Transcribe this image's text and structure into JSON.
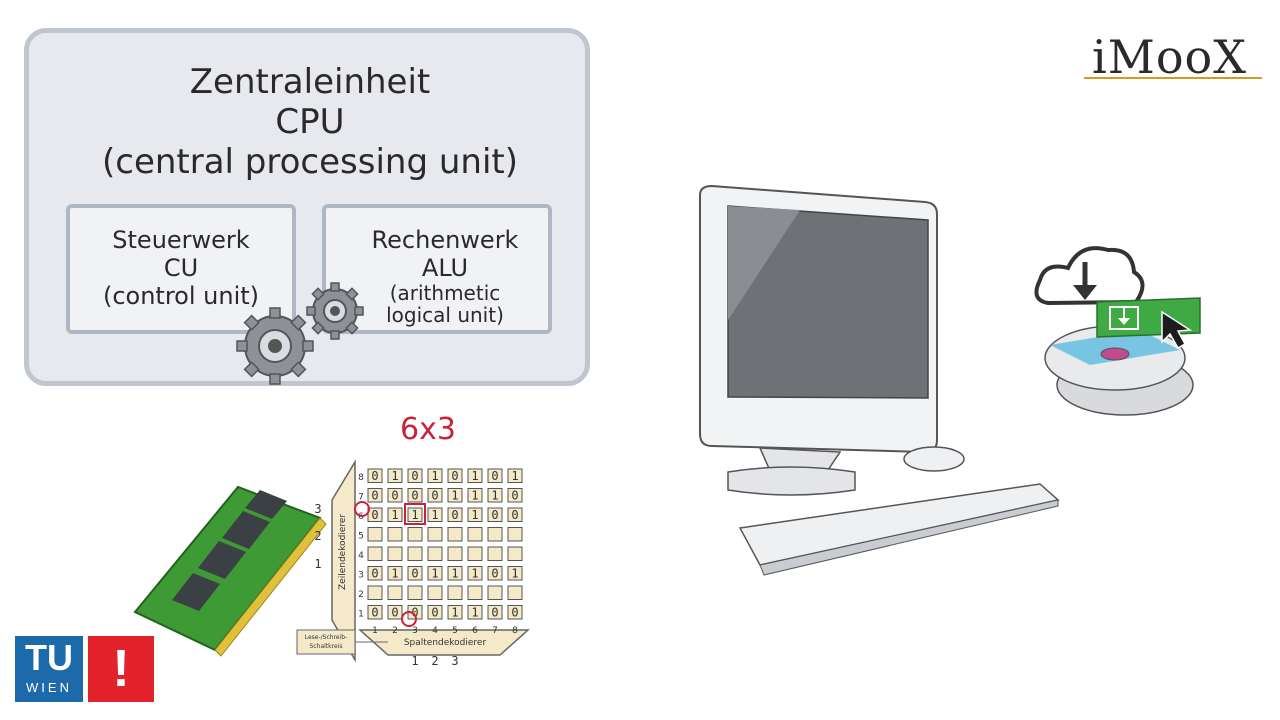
{
  "cpu": {
    "title_lines": [
      "Zentraleinheit",
      "CPU",
      "(central processing unit)"
    ],
    "control": {
      "lines": [
        "Steuerwerk",
        "CU",
        "(control unit)"
      ]
    },
    "alu": {
      "lines": [
        "Rechenwerk",
        "ALU",
        "(arithmetic",
        "logical unit)"
      ]
    }
  },
  "memory": {
    "highlight_label": "6x3",
    "row_numbers": [
      "8",
      "7",
      "6",
      "5",
      "4",
      "3",
      "2",
      "1"
    ],
    "col_numbers": [
      "1",
      "2",
      "3",
      "4",
      "5",
      "6",
      "7",
      "8"
    ],
    "grid": [
      [
        "0",
        "1",
        "0",
        "1",
        "0",
        "1",
        "0",
        "1"
      ],
      [
        "0",
        "0",
        "0",
        "0",
        "1",
        "1",
        "1",
        "0"
      ],
      [
        "0",
        "1",
        "1",
        "1",
        "0",
        "1",
        "0",
        "0"
      ],
      [
        "",
        "",
        "",
        "",
        "",
        "",
        "",
        ""
      ],
      [
        "",
        "",
        "",
        "",
        "",
        "",
        "",
        ""
      ],
      [
        "0",
        "1",
        "0",
        "1",
        "1",
        "1",
        "0",
        "1"
      ],
      [
        "",
        "",
        "",
        "",
        "",
        "",
        "",
        ""
      ],
      [
        "0",
        "0",
        "0",
        "0",
        "1",
        "1",
        "0",
        "0"
      ]
    ],
    "row_decoder_label": "Zeilendekodierer",
    "col_decoder_label": "Spaltendekodierer",
    "rw_label_lines": [
      "Lese-/Schreib-",
      "Schaltkreis"
    ],
    "row_address_bits": [
      "3",
      "2",
      "1"
    ],
    "col_address_bits": [
      "1",
      "2",
      "3"
    ]
  },
  "logos": {
    "imoox": "iMooX",
    "tu": "TU",
    "wien": "WIEN",
    "tu_mark": "!"
  },
  "colors": {
    "highlight_red": "#c8233a",
    "tu_blue": "#1d6aaa",
    "tu_red": "#e3222c",
    "ram_green": "#3e9a35",
    "download_green": "#3fa943",
    "imoox_gold": "#d19a2b"
  }
}
